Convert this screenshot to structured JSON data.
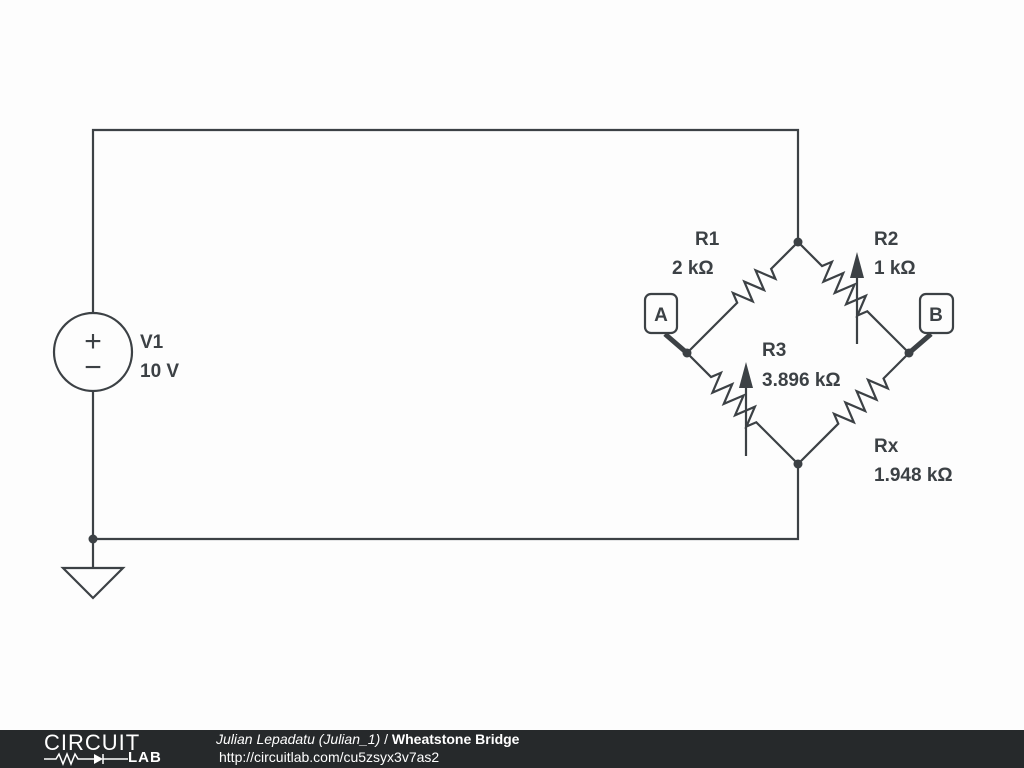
{
  "components": {
    "v1": {
      "name": "V1",
      "value": "10 V"
    },
    "r1": {
      "name": "R1",
      "value": "2 kΩ"
    },
    "r2": {
      "name": "R2",
      "value": "1 kΩ"
    },
    "r3": {
      "name": "R3",
      "value": "3.896 kΩ"
    },
    "rx": {
      "name": "Rx",
      "value": "1.948 kΩ"
    }
  },
  "probes": {
    "a": "A",
    "b": "B"
  },
  "source_symbols": {
    "plus": "+",
    "minus": "−"
  },
  "footer": {
    "logo_top": "CIRCUIT",
    "logo_bottom": "LAB",
    "author": "Julian Lepadatu (Julian_1)",
    "separator": "/",
    "title": "Wheatstone Bridge",
    "url": "http://circuitlab.com/cu5zsyx3v7as2"
  },
  "colors": {
    "ink": "#3c4145",
    "footer_bg": "#26292b",
    "background": "#fdfdfd"
  }
}
